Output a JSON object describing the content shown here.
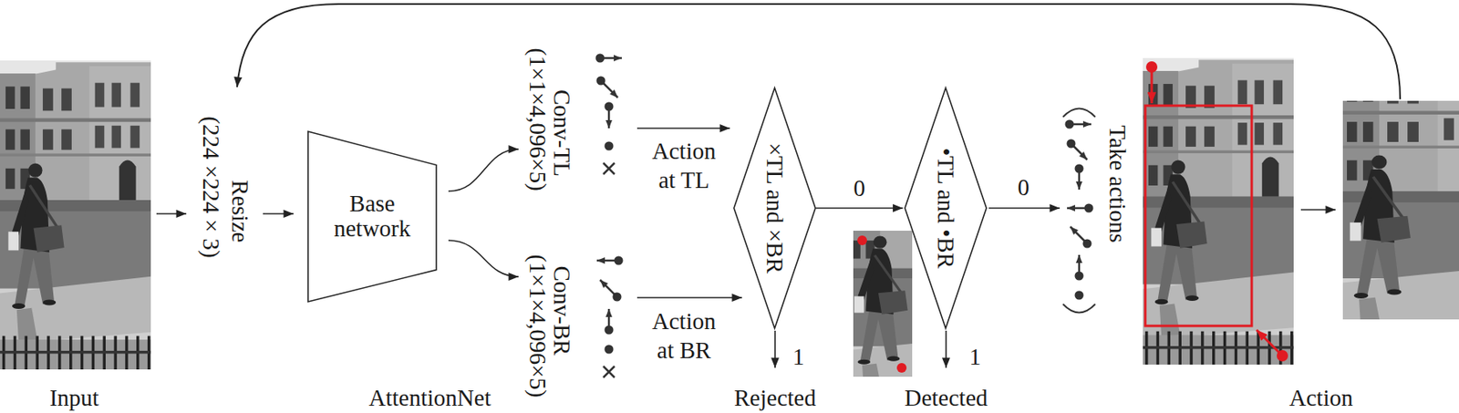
{
  "diagram": {
    "nodes": [
      {
        "text": [
          "Base network"
        ]
      },
      {
        "text": [
          "×TL and ×BR"
        ]
      },
      {
        "text": [
          "•TL and •BR"
        ]
      }
    ],
    "edges": [
      {
        "from": 1,
        "to": 2,
        "arrow": "to",
        "label": "0"
      }
    ],
    "labels": [
      "Input",
      "Resize",
      "(224 ×224 × 3)",
      "AttentionNet",
      "Conv-TL",
      "(1×1×4,096×5)",
      "Conv-BR",
      "(1×1×4,096×5)",
      "Action at TL",
      "Action at BR",
      "1",
      "Rejected",
      "0",
      "1",
      "Detected",
      "Take actions",
      "Action"
    ]
  }
}
